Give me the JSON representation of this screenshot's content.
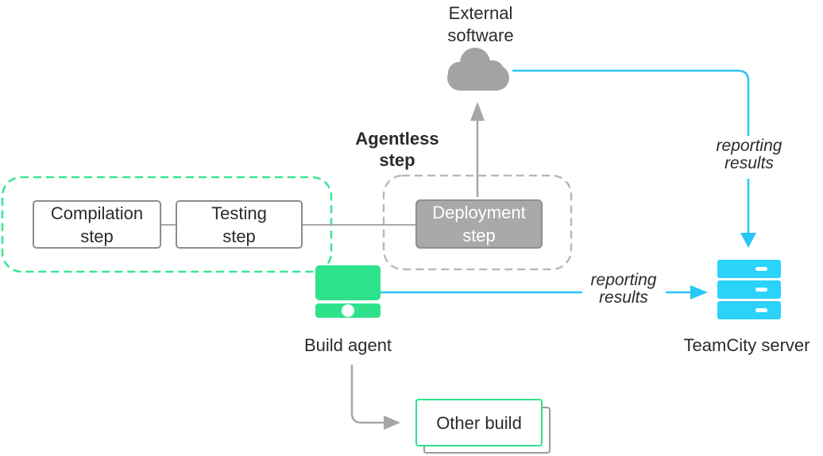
{
  "title": "TeamCity agentless build step diagram",
  "colors": {
    "green": "#2ee28c",
    "green_dash": "#3be593",
    "cyan_line": "#29c7f6",
    "cyan_icon": "#2bd2f9",
    "icon_gray": "#a3a3a3",
    "arrow_gray": "#a6a6a6",
    "line_gray": "#a9a9a9",
    "dash_gray": "#b9b9b9",
    "box_border_gray": "#8d8d8d",
    "deploy_fill": "#a9a9a9",
    "deploy_border": "#8f8f8f",
    "stack_border": "#9a9a9a",
    "text_dark": "#2b2b2b"
  },
  "nodes": {
    "external_software": {
      "label": "External\nsoftware",
      "icon": "cloud-icon"
    },
    "agentless_step": {
      "label": "Agentless\nstep"
    },
    "compilation_step": {
      "label": "Compilation\nstep"
    },
    "testing_step": {
      "label": "Testing\nstep"
    },
    "deployment_step": {
      "label": "Deployment\nstep"
    },
    "build_agent": {
      "label": "Build agent",
      "icon": "computer-icon"
    },
    "teamcity_server": {
      "label": "TeamCity server",
      "icon": "server-icon"
    },
    "other_build": {
      "label": "Other build"
    }
  },
  "edges": {
    "agent_to_server": {
      "label": "reporting\nresults"
    },
    "external_to_server": {
      "label": "reporting\nresults"
    }
  }
}
